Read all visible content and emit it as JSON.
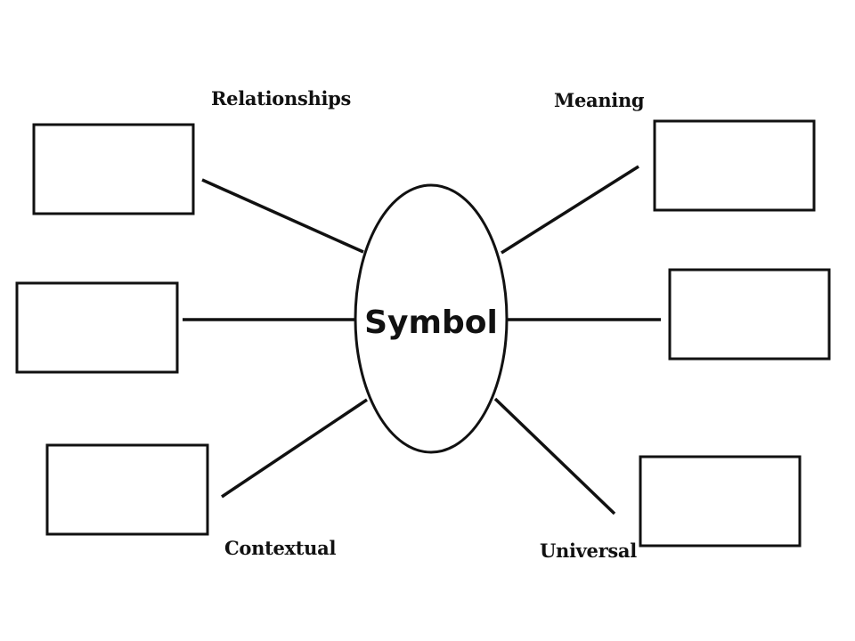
{
  "center": {
    "label": "Symbol"
  },
  "labels": {
    "relationships": "Relationships",
    "meaning": "Meaning",
    "contextual": "Contextual",
    "universal": "Universal"
  },
  "boxes": [
    {
      "id": "top-left",
      "text": ""
    },
    {
      "id": "middle-left",
      "text": ""
    },
    {
      "id": "bottom-left",
      "text": ""
    },
    {
      "id": "top-right",
      "text": ""
    },
    {
      "id": "middle-right",
      "text": ""
    },
    {
      "id": "bottom-right",
      "text": ""
    }
  ],
  "colors": {
    "stroke": "#111111",
    "background": "#ffffff"
  }
}
